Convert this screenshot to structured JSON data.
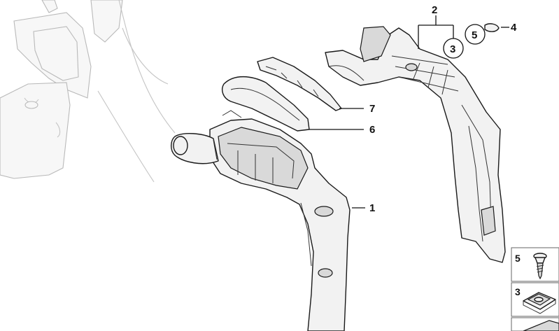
{
  "diagram": {
    "callouts": {
      "c1": "1",
      "c2": "2",
      "c3": "3",
      "c4": "4",
      "c5": "5",
      "c6": "6",
      "c7": "7"
    },
    "legend": {
      "screw": "5",
      "clip": "3"
    }
  }
}
